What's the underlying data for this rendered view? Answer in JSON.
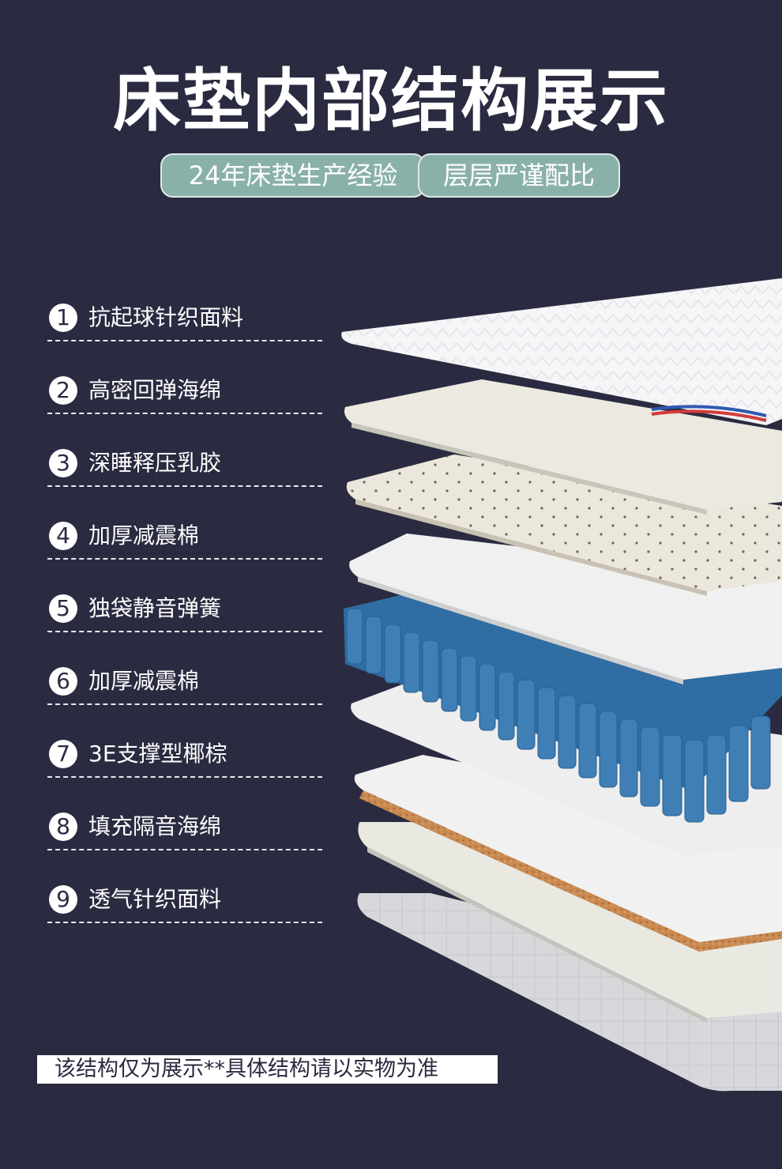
{
  "title": "床垫内部结构展示",
  "pills": [
    {
      "label": "24年床垫生产经验"
    },
    {
      "label": "层层严谨配比"
    }
  ],
  "layers": [
    {
      "num": "1",
      "label": "抗起球针织面料"
    },
    {
      "num": "2",
      "label": "高密回弹海绵"
    },
    {
      "num": "3",
      "label": "深睡释压乳胶"
    },
    {
      "num": "4",
      "label": "加厚减震棉"
    },
    {
      "num": "5",
      "label": "独袋静音弹簧"
    },
    {
      "num": "6",
      "label": "加厚减震棉"
    },
    {
      "num": "7",
      "label": "3E支撑型椰棕"
    },
    {
      "num": "8",
      "label": "填充隔音海绵"
    },
    {
      "num": "9",
      "label": "透气针织面料"
    }
  ],
  "disclaimer": "该结构仅为展示**具体结构请以实物为准",
  "colors": {
    "background": "#2a2b40",
    "pill": "#8ab0aa",
    "spring": "#3f7fb5",
    "coir": "#c98a52",
    "white": "#ffffff"
  }
}
